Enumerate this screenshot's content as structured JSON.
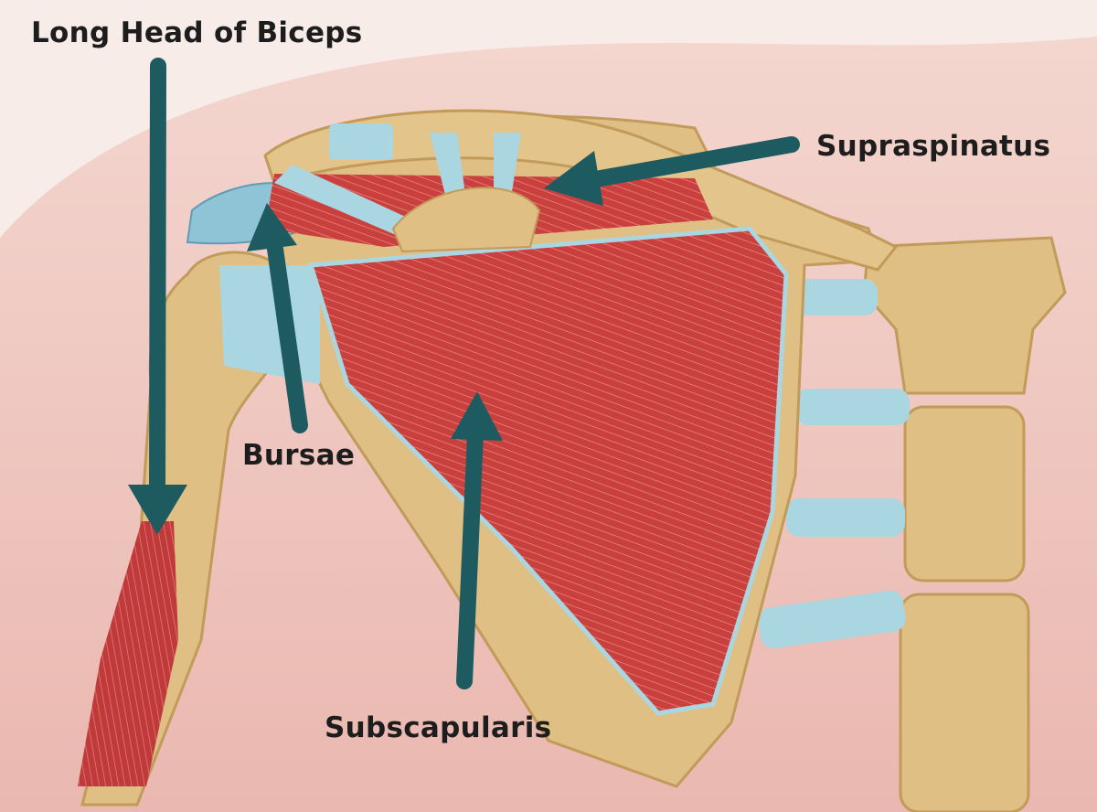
{
  "labels": {
    "long_head_of_biceps": "Long Head of Biceps",
    "supraspinatus": "Supraspinatus",
    "bursae": "Bursae",
    "subscapularis": "Subscapularis"
  },
  "colors": {
    "arrow": "#1e5b60",
    "muscle": "#c9403f",
    "bone": "#dfbf84",
    "cartilage": "#a9d6e0",
    "skin": "#efc8c0",
    "background": "#f8ece8"
  }
}
